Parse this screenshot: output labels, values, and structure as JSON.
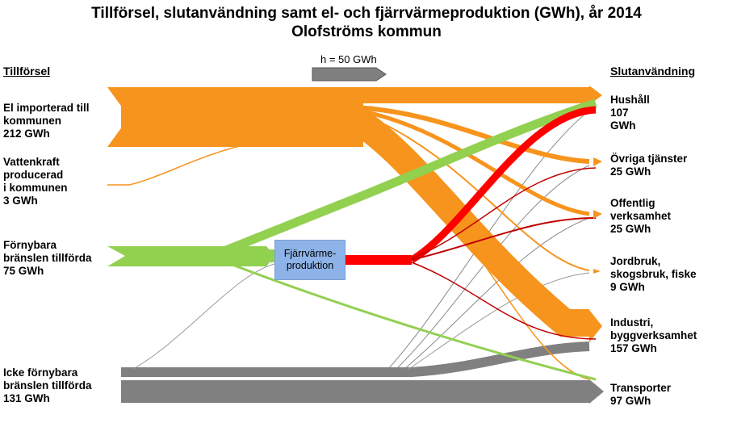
{
  "title_line1": "Tillförsel, slutanvändning samt el- och fjärrvärmeproduktion (GWh), år 2014",
  "title_line2": "Olofströms kommun",
  "left_heading": "Tillförsel",
  "right_heading": "Slutanvändning",
  "scale_label": "h = 50 GWh",
  "process_box": [
    "Fjärrvärme-",
    "produktion"
  ],
  "sources": [
    {
      "lines": [
        "El importerad till",
        "kommunen",
        "212 GWh"
      ],
      "value": 212
    },
    {
      "lines": [
        "Vattenkraft",
        "producerad",
        "i kommunen",
        "3 GWh"
      ],
      "value": 3
    },
    {
      "lines": [
        "Förnybara",
        "bränslen tillförda",
        "75 GWh"
      ],
      "value": 75
    },
    {
      "lines": [
        "Icke förnybara",
        "bränslen tillförda",
        "131 GWh"
      ],
      "value": 131
    }
  ],
  "targets": [
    {
      "lines": [
        "Hushåll",
        "107",
        "GWh"
      ],
      "value": 107
    },
    {
      "lines": [
        "Övriga tjänster",
        "25 GWh"
      ],
      "value": 25
    },
    {
      "lines": [
        "Offentlig",
        "verksamhet",
        "25 GWh"
      ],
      "value": 25
    },
    {
      "lines": [
        "Jordbruk,",
        "skogsbruk, fiske",
        "9 GWh"
      ],
      "value": 9
    },
    {
      "lines": [
        "Industri,",
        "byggverksamhet",
        "157 GWh"
      ],
      "value": 157
    },
    {
      "lines": [
        "Transporter",
        "97 GWh"
      ],
      "value": 97
    }
  ],
  "colors": {
    "electricity": "#f7941d",
    "renewable": "#92d050",
    "district_heating": "#ff0000",
    "district_heating_thin": "#c00000",
    "non_renewable": "#808080",
    "process_box": "#8db3e8"
  }
}
